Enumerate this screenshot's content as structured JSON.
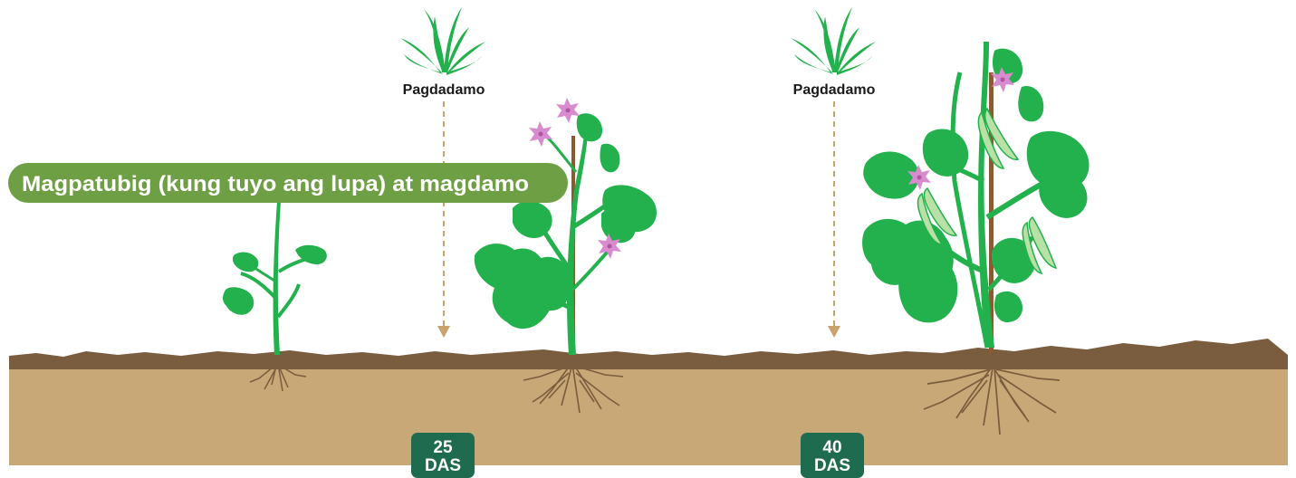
{
  "banner": {
    "text": "Magpatubig (kung tuyo ang lupa) at magdamo"
  },
  "weeding_events": [
    {
      "label": "Pagdadamo",
      "icon": "grass-tuft-icon"
    },
    {
      "label": "Pagdadamo",
      "icon": "grass-tuft-icon"
    }
  ],
  "day_markers": [
    {
      "number": "25",
      "unit": "DAS"
    },
    {
      "number": "40",
      "unit": "DAS"
    }
  ],
  "plants": [
    {
      "stage": "seedling",
      "icon": "seedling-icon"
    },
    {
      "stage": "flowering",
      "icon": "flowering-plant-icon"
    },
    {
      "stage": "podding",
      "icon": "podding-plant-icon"
    }
  ],
  "colors": {
    "banner_bg": "#6f9f45",
    "leaf_green": "#22b14c",
    "soil_top": "#7a5c3e",
    "soil_body": "#c9a877",
    "day_marker_bg": "#1f6b4f",
    "arrow": "#c9a36b",
    "flower": "#d98bd0",
    "pod": "#b9e0a6",
    "stake": "#8a5a34"
  }
}
